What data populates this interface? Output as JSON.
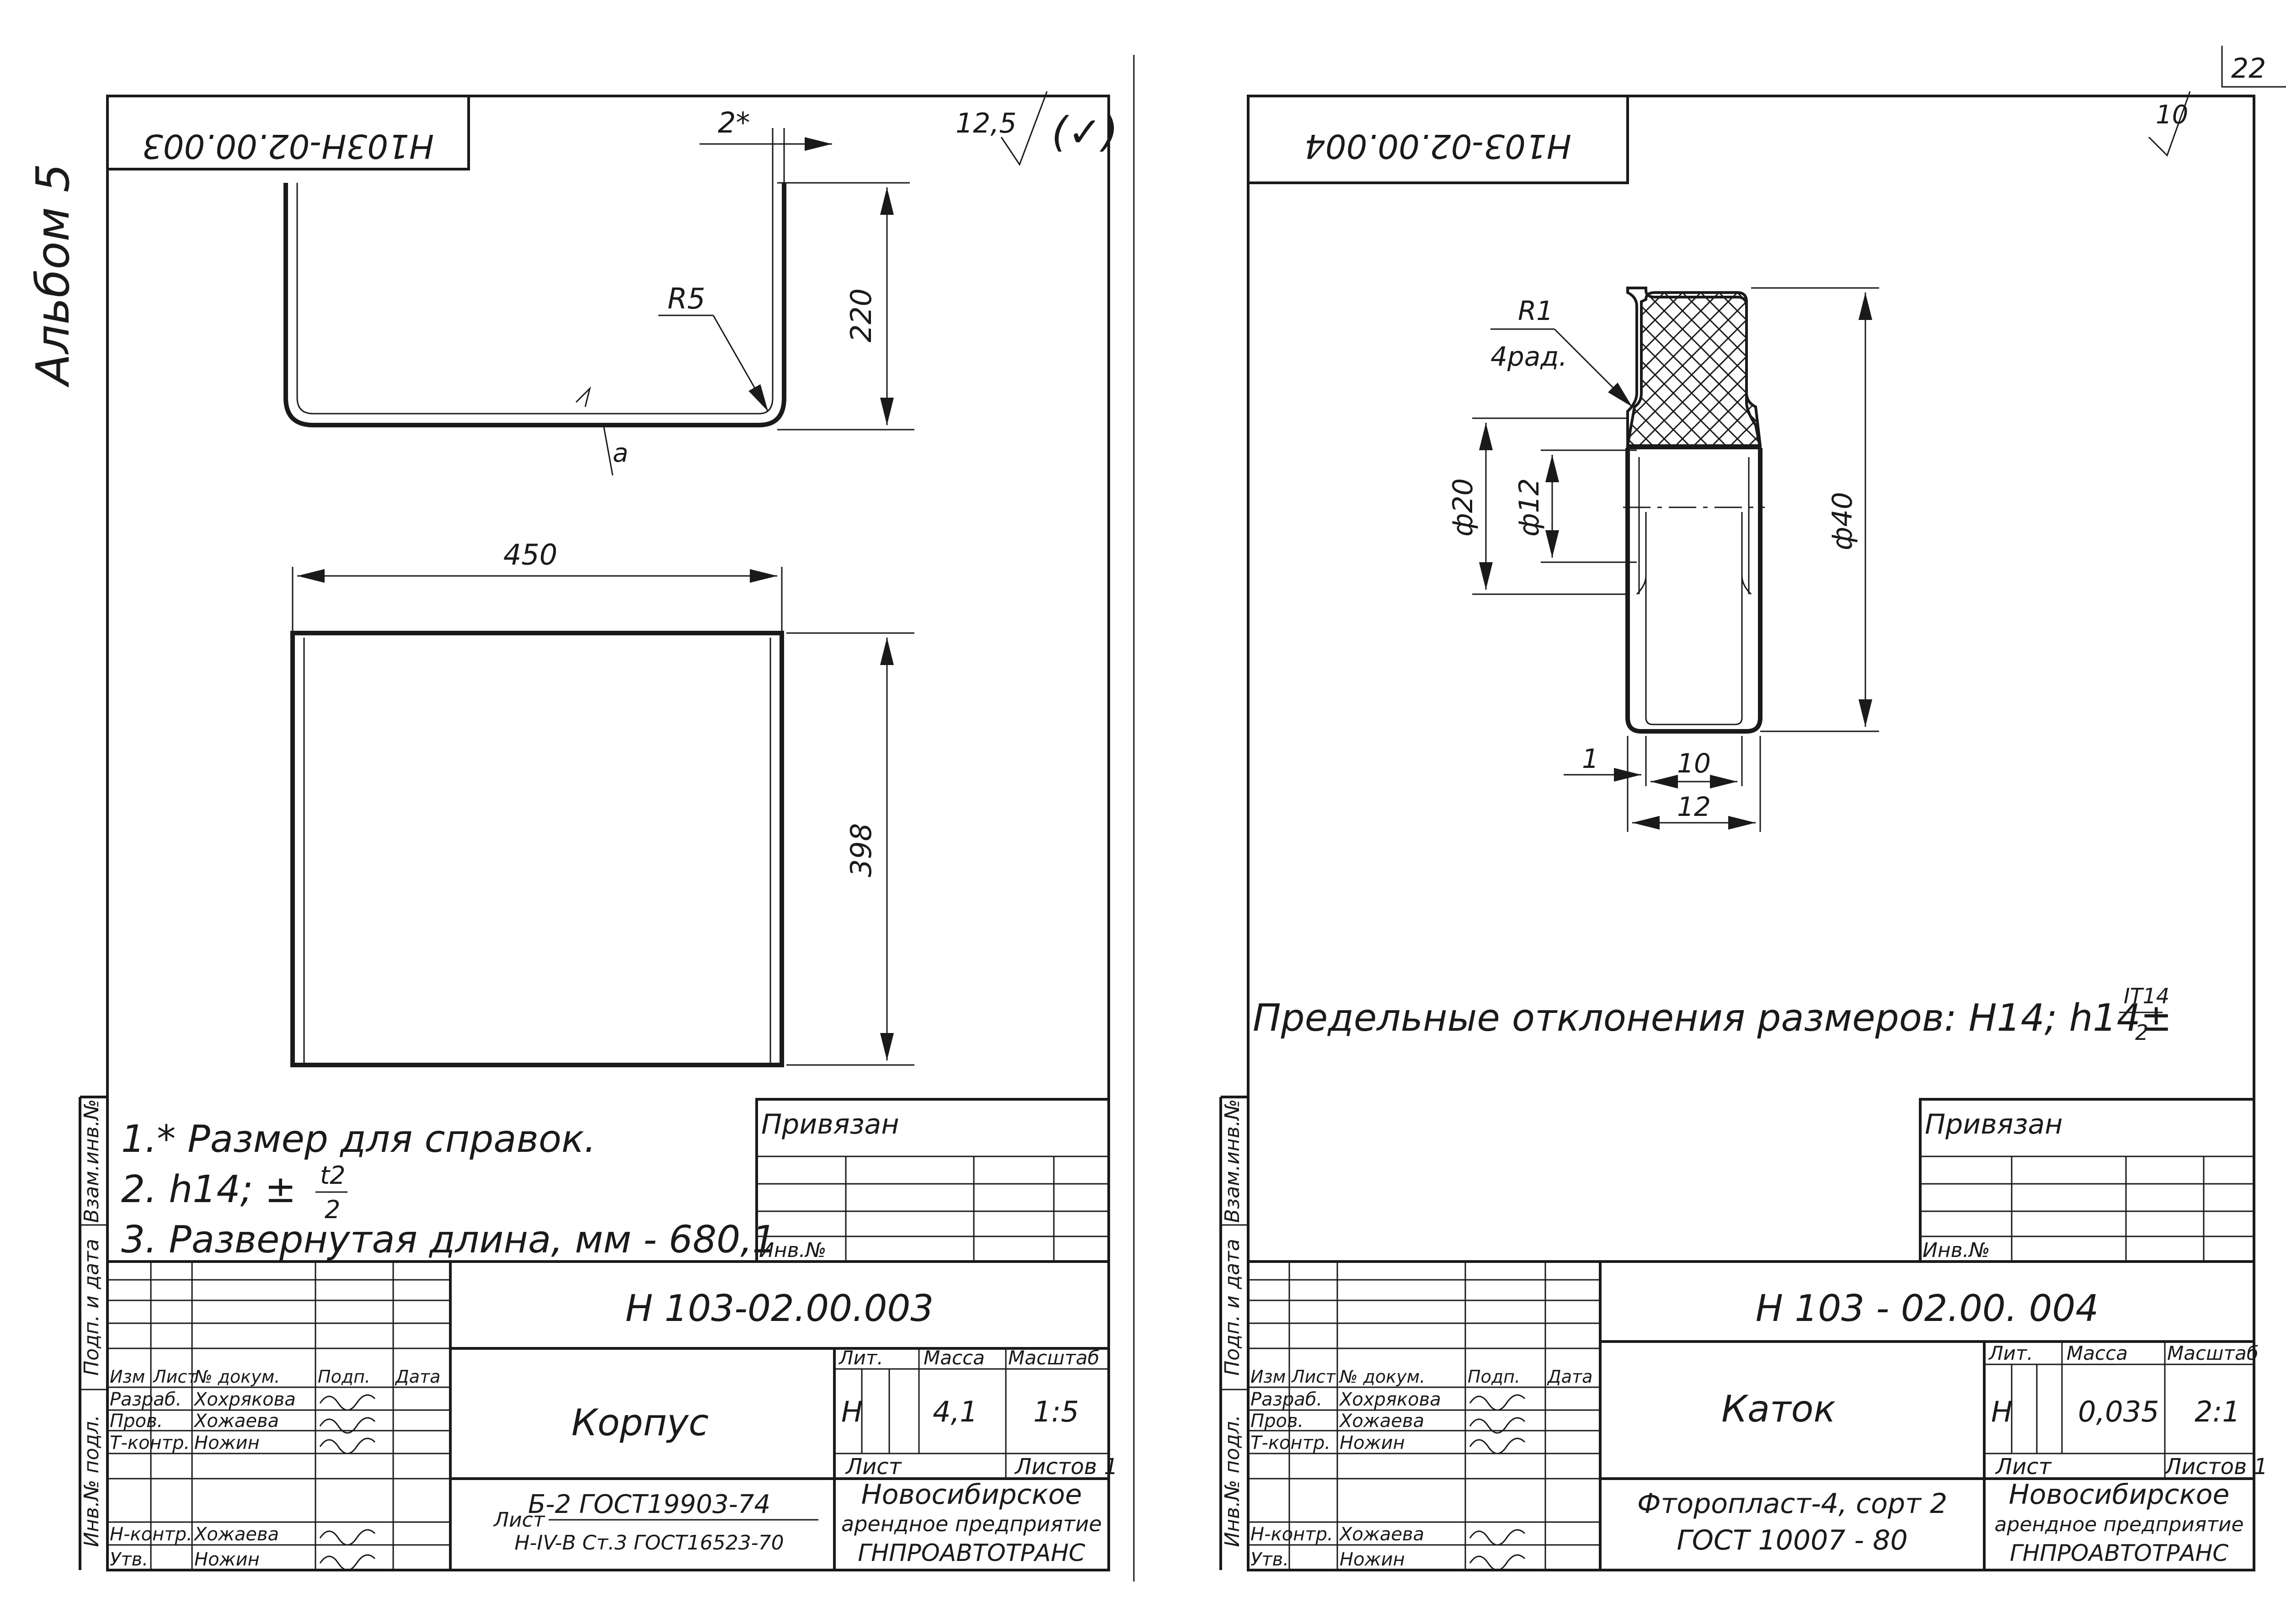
{
  "page_number": "22",
  "left_sheet": {
    "album": "Альбом 5",
    "doc_code_rotated": "Н103Н-02.00.003",
    "roughness": "12,5",
    "roughness_extra": "(✓)",
    "dims": {
      "d2": "2*",
      "d220": "220",
      "r5": "R5",
      "d450": "450",
      "d398": "398"
    },
    "weld_letter": "а",
    "notes": {
      "n1": "1.* Размер для справок.",
      "n2_prefix": "2. h14; ±",
      "n2_num": "t2",
      "n2_den": "2",
      "n3": "3. Развернутая длина, мм - 680,1"
    },
    "side_labels": [
      "Инв.№ подл.",
      "Подп. и дата",
      "Взам.инв.№"
    ],
    "stamp": {
      "privyazan": "Привязан",
      "inv_no": "Инв.№",
      "designation": "Н 103-02.00.003",
      "name": "Корпус",
      "lit_label": "Лит.",
      "mass_label": "Масса",
      "scale_label": "Масштаб",
      "lit_value": "Н",
      "mass_value": "4,1",
      "scale_value": "1:5",
      "sheet_label": "Лист",
      "sheets_label": "Листов 1",
      "header": [
        "Изм",
        "Лист",
        "№ докум.",
        "Подп.",
        "Дата"
      ],
      "rows": [
        {
          "role": "Разраб.",
          "name": "Хохрякова"
        },
        {
          "role": "Пров.",
          "name": "Хожаева"
        },
        {
          "role": "Т-контр.",
          "name": "Ножин"
        },
        {
          "role": "Н-контр.",
          "name": "Хожаева"
        },
        {
          "role": "Утв.",
          "name": "Ножин"
        }
      ],
      "material_1": "Б-2 ГОСТ19903-74",
      "material_label": "Лист",
      "material_2": "Н-IV-В Ст.3 ГОСТ16523-70",
      "org_1": "Новосибирское",
      "org_2": "арендное предприятие",
      "org_3": "ГНПРОАВТОТРАНС"
    }
  },
  "right_sheet": {
    "doc_code_rotated": "Н103-02.00.004",
    "roughness": "10",
    "dims": {
      "r1": "R1",
      "r1_note": "4рад.",
      "d20": "ф20",
      "d12": "ф12",
      "d40": "ф40",
      "w1": "1",
      "w10": "10",
      "w12": "12"
    },
    "tolerance_note": "Предельные отклонения размеров: Н14; h14±",
    "tolerance_num": "IT14",
    "tolerance_den": "2",
    "side_labels": [
      "Инв.№ подл.",
      "Подп. и дата",
      "Взам.инв.№"
    ],
    "stamp": {
      "privyazan": "Привязан",
      "inv_no": "Инв.№",
      "designation": "Н 103 - 02.00. 004",
      "name": "Каток",
      "lit_label": "Лит.",
      "mass_label": "Масса",
      "scale_label": "Масштаб",
      "lit_value": "Н",
      "mass_value": "0,035",
      "scale_value": "2:1",
      "sheet_label": "Лист",
      "sheets_label": "Листов 1",
      "header": [
        "Изм",
        "Лист",
        "№ докум.",
        "Подп.",
        "Дата"
      ],
      "rows": [
        {
          "role": "Разраб.",
          "name": "Хохрякова"
        },
        {
          "role": "Пров.",
          "name": "Хожаева"
        },
        {
          "role": "Т-контр.",
          "name": "Ножин"
        },
        {
          "role": "Н-контр.",
          "name": "Хожаева"
        },
        {
          "role": "Утв.",
          "name": "Ножин"
        }
      ],
      "material_1": "Фторопласт-4, сорт 2",
      "material_2": "ГОСТ 10007 - 80",
      "org_1": "Новосибирское",
      "org_2": "арендное предприятие",
      "org_3": "ГНПРОАВТОТРАНС"
    }
  }
}
